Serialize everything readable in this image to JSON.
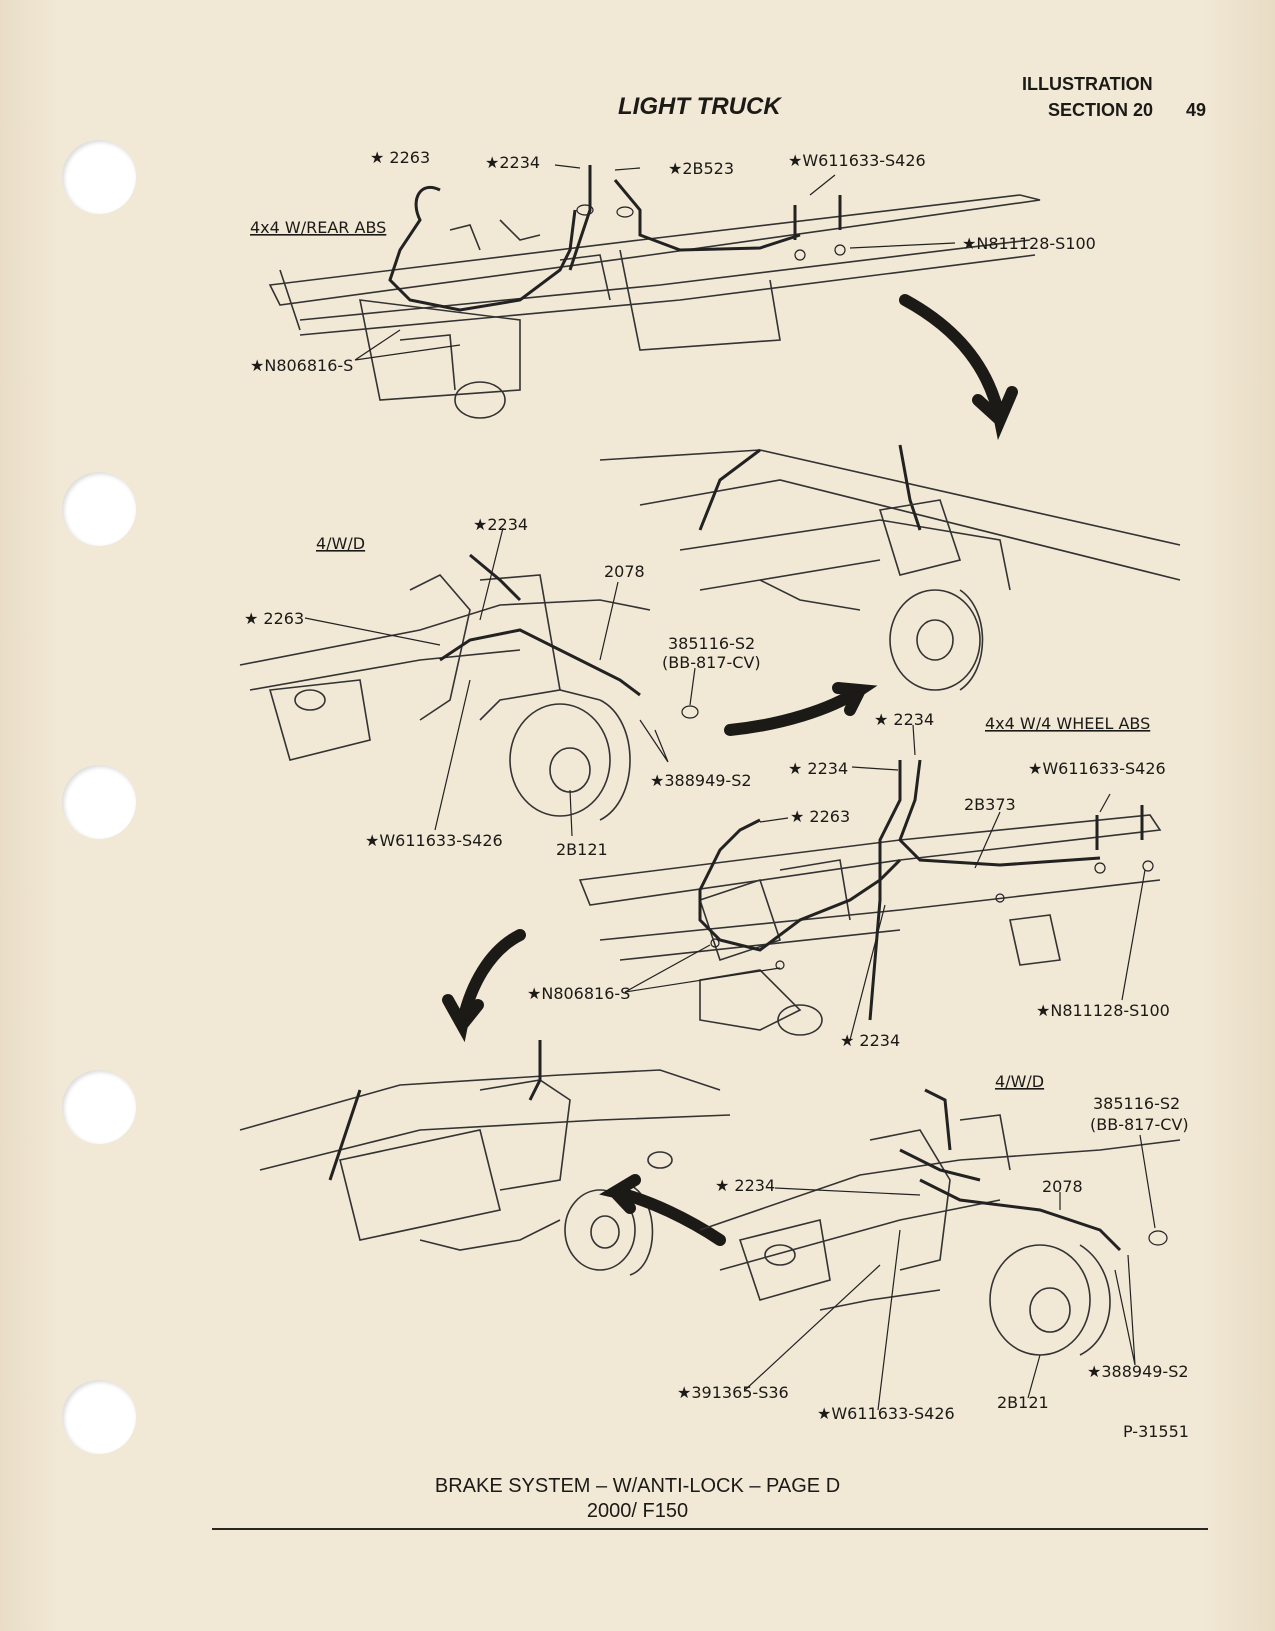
{
  "header": {
    "title": "LIGHT TRUCK",
    "illustration": "ILLUSTRATION",
    "section": "SECTION 20",
    "page_number": "49"
  },
  "panels": {
    "rear_abs": {
      "title": "4x4 W/REAR ABS",
      "labels": [
        "★ 2263",
        "★2234",
        "★2B523",
        "★W611633-S426",
        "★N811128-S100",
        "★N806816-S"
      ]
    },
    "front_4wd_1": {
      "title": "4/W/D",
      "labels": [
        "★2234",
        "2078",
        "★ 2263",
        "385116-S2",
        "(BB-817-CV)",
        "★388949-S2",
        "★W611633-S426",
        "2B121"
      ]
    },
    "wheel_abs": {
      "title": "4x4 W/4 WHEEL ABS",
      "labels": [
        "★ 2234",
        "★ 2234",
        "★W611633-S426",
        "2B373",
        "★ 2263",
        "★N806816-S",
        "★N811128-S100",
        "★ 2234"
      ]
    },
    "front_4wd_2": {
      "title": "4/W/D",
      "labels": [
        "385116-S2",
        "(BB-817-CV)",
        "★ 2234",
        "2078",
        "★388949-S2",
        "★391365-S36",
        "2B121",
        "★W611633-S426"
      ]
    }
  },
  "figure_id": "P-31551",
  "footer": {
    "caption": "BRAKE SYSTEM – W/ANTI-LOCK – PAGE D",
    "subcaption": "2000/ F150"
  }
}
